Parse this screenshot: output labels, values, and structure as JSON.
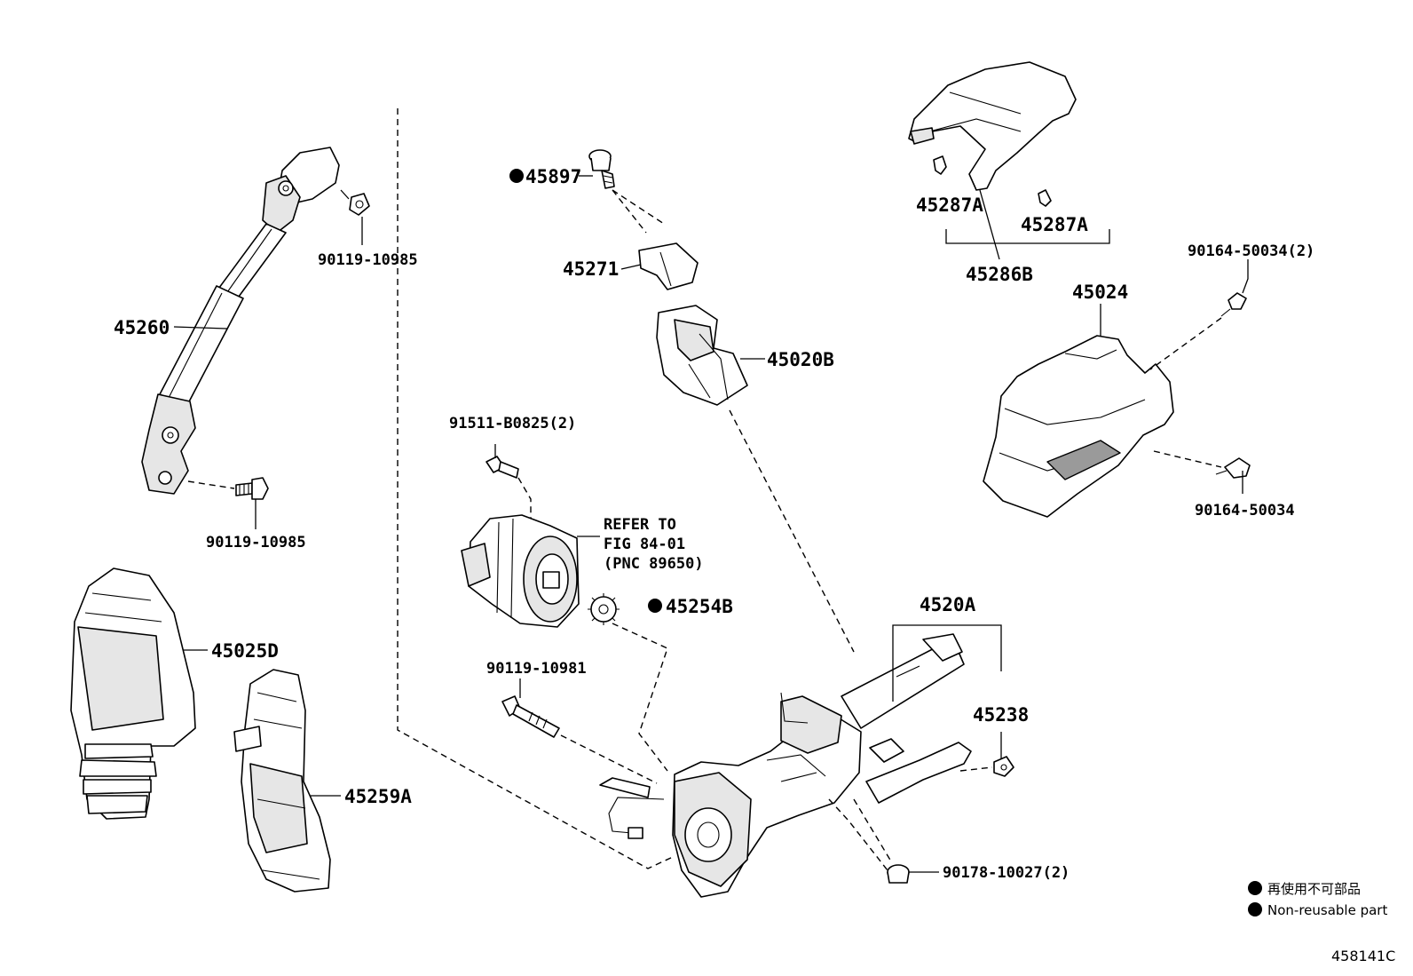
{
  "labels": {
    "p45897": "45897",
    "p45271": "45271",
    "p45020B": "45020B",
    "p45287A_left": "45287A",
    "p45287A_right": "45287A",
    "p45286B": "45286B",
    "p90164_50034_2": "90164-50034(2)",
    "p45024": "45024",
    "p90164_50034": "90164-50034",
    "p90119_10985_top": "90119-10985",
    "p45260": "45260",
    "p90119_10985_bottom": "90119-10985",
    "p91511_B0825_2": "91511-B0825(2)",
    "refer_line1": "REFER TO",
    "refer_line2": "FIG 84-01",
    "refer_line3": "(PNC 89650)",
    "p45254B": "45254B",
    "p4520A": "4520A",
    "p45238": "45238",
    "p90119_10981": "90119-10981",
    "p45025D": "45025D",
    "p45259A": "45259A",
    "p90178_10027_2": "90178-10027(2)"
  },
  "legend": {
    "line1": "再使用不可部品",
    "line2": "Non-reusable part"
  },
  "figure_id": "458141C"
}
